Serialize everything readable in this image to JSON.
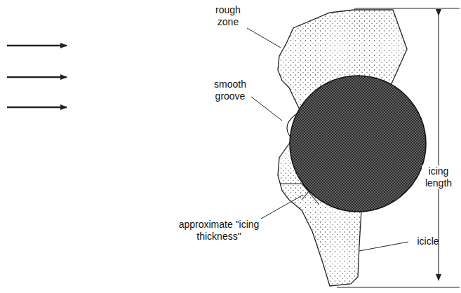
{
  "diagram": {
    "labels": [
      "rough zone",
      "smooth groove",
      "approximate \"icing thickness\"",
      "icicle",
      "icing length"
    ]
  }
}
